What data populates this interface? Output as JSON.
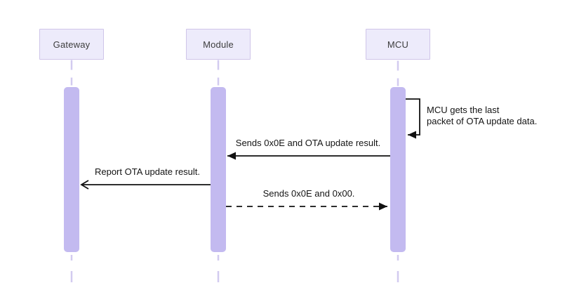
{
  "diagram": {
    "actors": [
      {
        "label": "Gateway"
      },
      {
        "label": "Module"
      },
      {
        "label": "MCU"
      }
    ],
    "messages": {
      "self_note": "MCU gets the last\npacket of OTA update data.",
      "ota_result": "Sends 0x0E and OTA update result.",
      "report": "Report OTA update result.",
      "ack": "Sends 0x0E and 0x00."
    },
    "colors": {
      "activation_fill": "#c3baf0",
      "actor_fill": "#edebfb",
      "actor_border": "#cfc5e9",
      "lifeline": "#d2cbf0",
      "arrow": "#111111",
      "actor_text": "#3d3d3d",
      "message_text": "#141414",
      "background": "#ffffff"
    }
  }
}
